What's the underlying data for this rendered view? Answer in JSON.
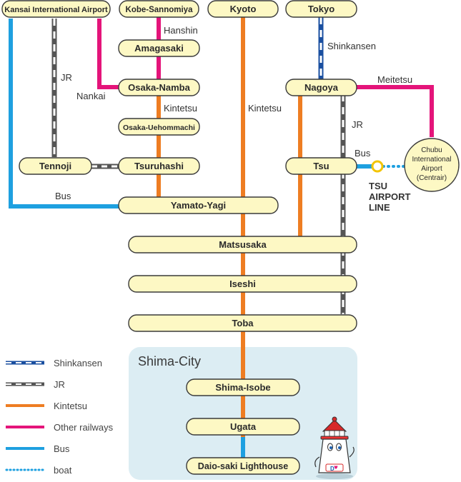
{
  "colors": {
    "kintetsu": "#ee7d22",
    "other_railways": "#e4147a",
    "bus": "#1ea0e0",
    "jr": "#555555",
    "shinkansen": "#1a4fa0",
    "boat": "#1ea0e0",
    "station_fill": "#fdf8c4",
    "shima_area": "#dcedf3"
  },
  "stations": {
    "kansai_airport": "Kansai International Airport",
    "kobe_sannomiya": "Kobe-Sannomiya",
    "kyoto": "Kyoto",
    "tokyo": "Tokyo",
    "amagasaki": "Amagasaki",
    "osaka_namba": "Osaka-Namba",
    "osaka_uehommachi": "Osaka-Uehommachi",
    "nagoya": "Nagoya",
    "tennoji": "Tennoji",
    "tsuruhashi": "Tsuruhashi",
    "tsu": "Tsu",
    "yamato_yagi": "Yamato-Yagi",
    "matsusaka": "Matsusaka",
    "iseshi": "Iseshi",
    "toba": "Toba",
    "shima_isobe": "Shima-Isobe",
    "ugata": "Ugata",
    "daiosaki": "Daio-saki Lighthouse"
  },
  "centrair": [
    "Chubu",
    "International",
    "Airport",
    "(Centrair)"
  ],
  "line_labels": {
    "hanshin": "Hanshin",
    "jr_left": "JR",
    "nankai": "Nankai",
    "kintetsu_left": "Kintetsu",
    "kintetsu_center": "Kintetsu",
    "bus_left": "Bus",
    "shinkansen": "Shinkansen",
    "meitetsu": "Meitetsu",
    "jr_right": "JR",
    "bus_right": "Bus",
    "tsu_airport_line": [
      "TSU",
      "AIRPORT",
      "LINE"
    ]
  },
  "area_label": "Shima-City",
  "legend": [
    {
      "key": "shinkansen",
      "label": "Shinkansen"
    },
    {
      "key": "jr",
      "label": "JR"
    },
    {
      "key": "kintetsu",
      "label": "Kintetsu"
    },
    {
      "key": "other_railways",
      "label": "Other railways"
    },
    {
      "key": "bus",
      "label": "Bus"
    },
    {
      "key": "boat",
      "label": "boat"
    }
  ],
  "mascot": {
    "badge": "D"
  }
}
